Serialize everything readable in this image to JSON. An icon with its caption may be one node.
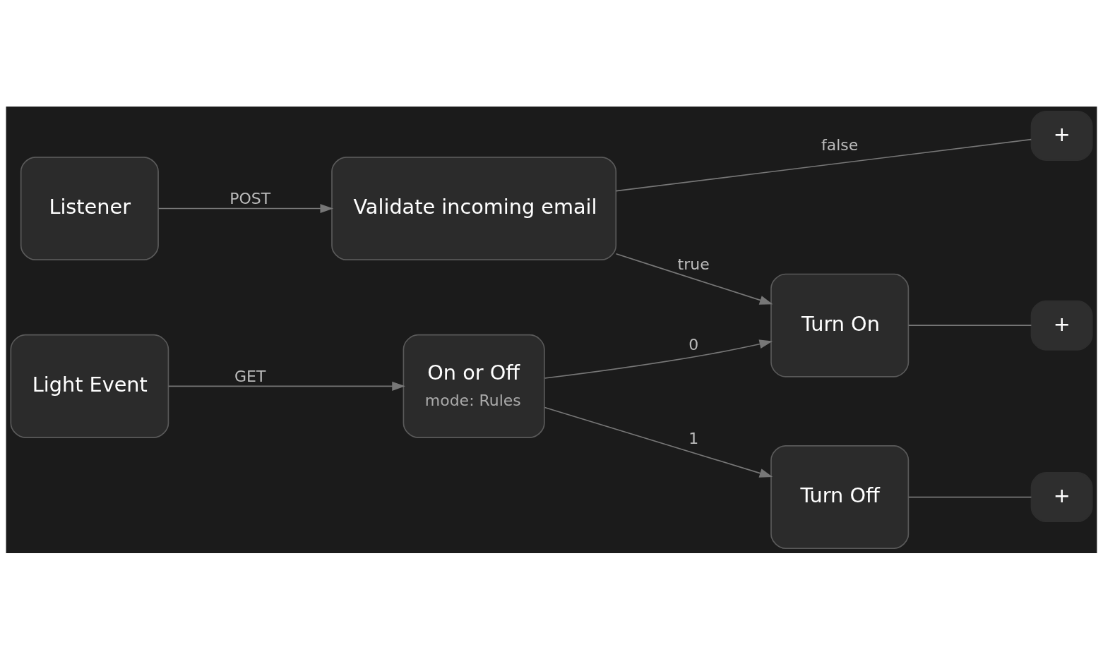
{
  "diagram": {
    "nodes": [
      {
        "text": [
          "Listener"
        ]
      },
      {
        "text": [
          "Validate incoming email"
        ]
      },
      {
        "text": [
          "Turn On"
        ]
      },
      {
        "text": [
          "Light Event"
        ]
      },
      {
        "text": [
          "On or Off",
          "mode: Rules"
        ]
      },
      {
        "text": [
          "Turn Off"
        ]
      },
      {
        "text": [
          "+"
        ]
      },
      {
        "text": [
          "+"
        ]
      },
      {
        "text": [
          "+"
        ]
      }
    ],
    "edges": [
      {
        "from": 0,
        "to": 1,
        "arrow": "to",
        "label": "POST"
      },
      {
        "from": 1,
        "to": 2,
        "arrow": "to",
        "label": "true"
      },
      {
        "from": 1,
        "to": 6,
        "arrow": "none",
        "label": "false"
      },
      {
        "from": 3,
        "to": 4,
        "arrow": "to",
        "label": "GET"
      },
      {
        "from": 4,
        "to": 2,
        "arrow": "to",
        "label": "0"
      },
      {
        "from": 4,
        "to": 5,
        "arrow": "to",
        "label": "1"
      },
      {
        "from": 2,
        "to": 7,
        "arrow": "none"
      },
      {
        "from": 5,
        "to": 8,
        "arrow": "none"
      }
    ]
  }
}
